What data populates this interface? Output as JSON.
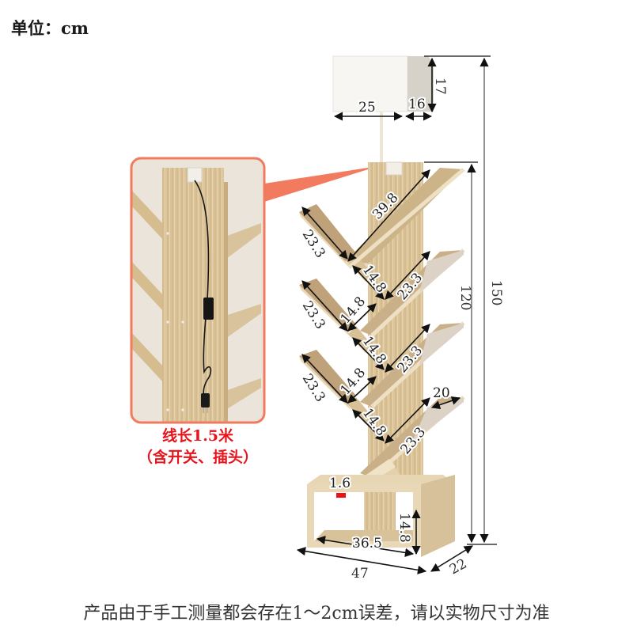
{
  "header": {
    "unit_label": "单位：cm"
  },
  "inset": {
    "caption_line1": "线长1.5米",
    "caption_line2": "（含开关、插头）",
    "border_color": "#f27a5e",
    "caption_color": "#e8141b"
  },
  "lamp": {
    "width": "25",
    "depth": "16",
    "height": "17"
  },
  "shelf": {
    "top_diagonal": "39.8",
    "left_shelves": [
      "23.3",
      "23.3",
      "23.3"
    ],
    "inner_left": [
      "14.8",
      "14.8",
      "14.8"
    ],
    "inner_right": [
      "14.8",
      "14.8",
      "14.8"
    ],
    "right_shelves": [
      "23.3",
      "23.3",
      "23.3"
    ],
    "right_shelf_depth": "20",
    "board_thickness": "1.6",
    "base_inner_width": "36.5",
    "base_inner_height": "14.8",
    "base_width": "47",
    "base_depth": "22",
    "body_height": "120",
    "total_height": "150"
  },
  "footer": {
    "note": "产品由于手工测量都会存在1～2cm误差，请以实物尺寸为准"
  },
  "colors": {
    "wood_light": "#e6d3b0",
    "wood_mid": "#d2b98e",
    "wood_dark": "#b89a6c",
    "lamp_white": "#f7f5f1",
    "lamp_side": "#d4cfc7",
    "callout": "#f27a5e",
    "marker_red": "#ee1111"
  }
}
